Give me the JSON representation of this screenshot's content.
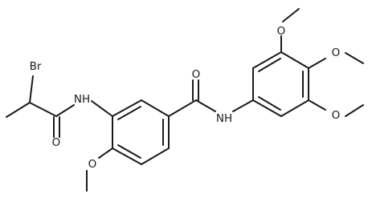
{
  "structure": {
    "type": "chemical-structure-diagram",
    "atom_labels": {
      "br": "Br",
      "amide_o1": "O",
      "nh1": "NH",
      "amide_o2": "O",
      "nh2": "NH",
      "ome_o_left": "O",
      "ome_o_top": "O",
      "ome_o_right": "O",
      "ome_o_bottom": "O"
    }
  }
}
